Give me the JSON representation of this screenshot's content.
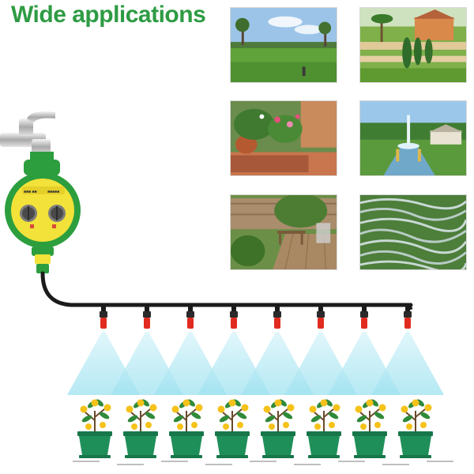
{
  "headline": "Wide applications",
  "colors": {
    "headline": "#2e9b43",
    "timer_green": "#2c9e3e",
    "timer_yellow": "#f2e23a",
    "nozzle_red": "#e12b1f",
    "pipe": "#1b1b1b",
    "spray": "#b9ecf5",
    "pot": "#1f8f5a",
    "fruit": "#f5c21a"
  },
  "photos": [
    {
      "name": "photo-lawn-park",
      "subject": "lawn"
    },
    {
      "name": "photo-terraced-garden",
      "subject": "garden-terraces"
    },
    {
      "name": "photo-patio-flowerbed",
      "subject": "flowerbed"
    },
    {
      "name": "photo-fountain-park",
      "subject": "fountain"
    },
    {
      "name": "photo-backyard-deck",
      "subject": "backyard"
    },
    {
      "name": "photo-rice-terraces",
      "subject": "rice-terraces"
    }
  ],
  "sprinkler_count": 8,
  "plant_count": 8
}
